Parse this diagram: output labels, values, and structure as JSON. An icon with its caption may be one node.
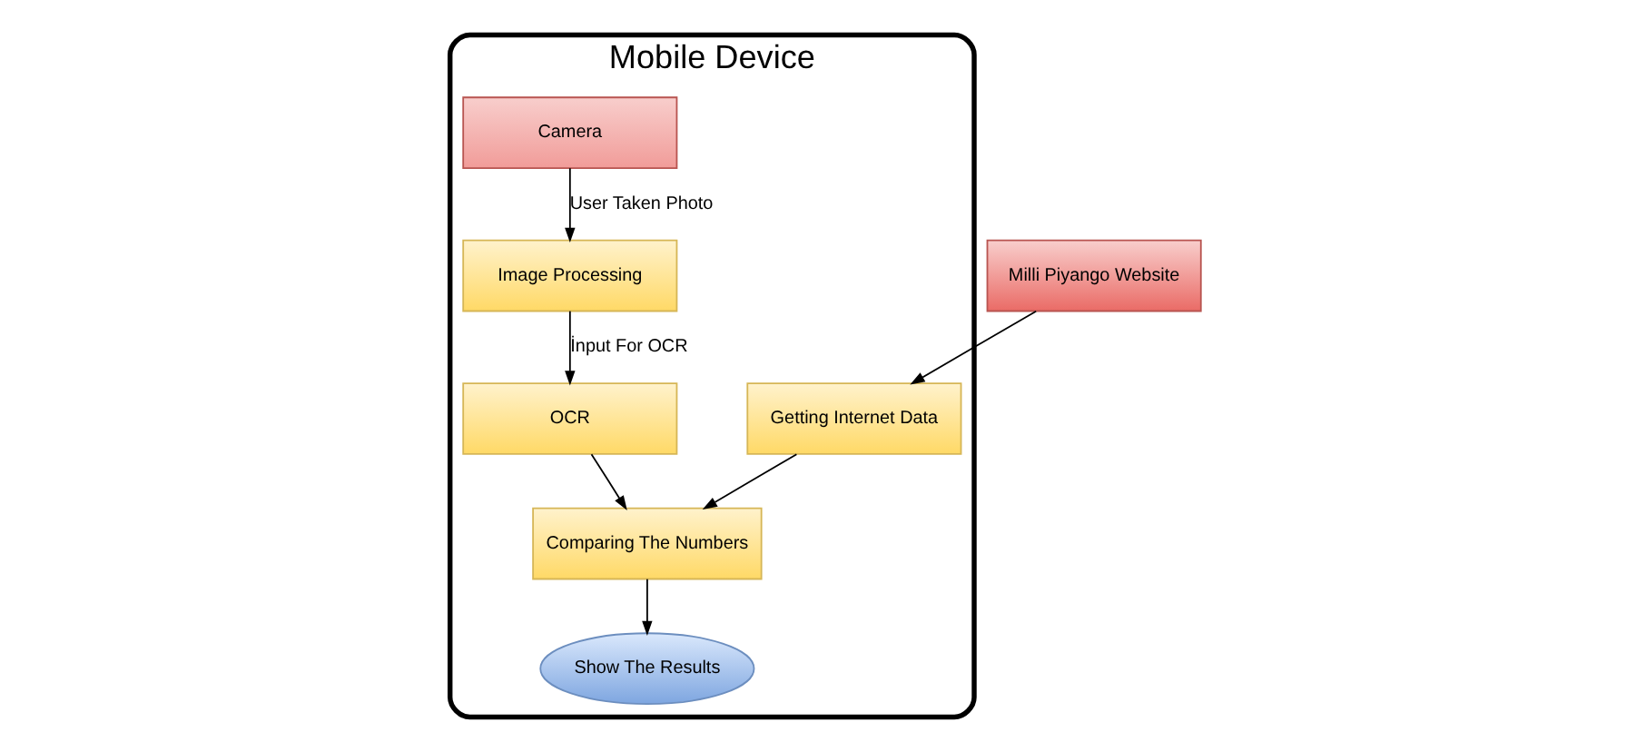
{
  "diagram": {
    "nodes": [
      {
        "text": [
          "Mobile Device"
        ]
      },
      {
        "text": [
          "Camera"
        ],
        "in": 0
      },
      {
        "text": [
          "Image Processing"
        ],
        "in": 0
      },
      {
        "text": [
          "OCR"
        ],
        "in": 0
      },
      {
        "text": [
          "Getting Internet Data"
        ],
        "in": 0
      },
      {
        "text": [
          "Comparing The Numbers"
        ],
        "in": 0
      },
      {
        "text": [
          "Show The Results"
        ],
        "in": 0
      },
      {
        "text": [
          "Milli Piyango Website"
        ]
      }
    ],
    "edges": [
      {
        "from": 1,
        "to": 2,
        "arrow": "to",
        "label": "User Taken Photo"
      },
      {
        "from": 2,
        "to": 3,
        "arrow": "to",
        "label": "İnput For OCR"
      },
      {
        "from": 3,
        "to": 5,
        "arrow": "to"
      },
      {
        "from": 4,
        "to": 5,
        "arrow": "to"
      },
      {
        "from": 5,
        "to": 6,
        "arrow": "to"
      },
      {
        "from": 7,
        "to": 4,
        "arrow": "to"
      }
    ]
  }
}
